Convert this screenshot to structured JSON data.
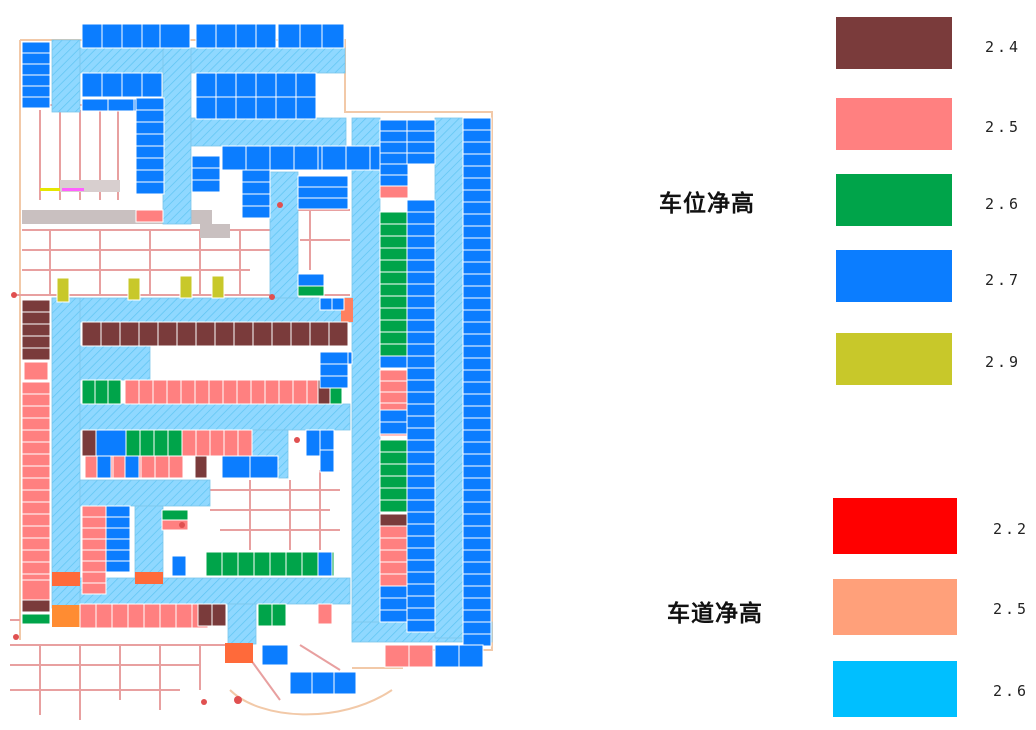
{
  "legend": {
    "space_title": "车位净高",
    "lane_title": "车道净高",
    "space_items": [
      {
        "color": "#7a3b3b",
        "value": "2.4"
      },
      {
        "color": "#ff8080",
        "value": "2.5"
      },
      {
        "color": "#00a44a",
        "value": "2.6"
      },
      {
        "color": "#0b7dff",
        "value": "2.7"
      },
      {
        "color": "#c8c82a",
        "value": "2.9"
      }
    ],
    "lane_items": [
      {
        "color": "#ff0000",
        "value": "2.2"
      },
      {
        "color": "#ffa07a",
        "value": "2.5"
      },
      {
        "color": "#00bfff",
        "value": "2.6"
      }
    ]
  },
  "colors": {
    "wall": "#e8a0a0",
    "lane_fill": "#8fd8ff",
    "background": "#ffffff"
  }
}
